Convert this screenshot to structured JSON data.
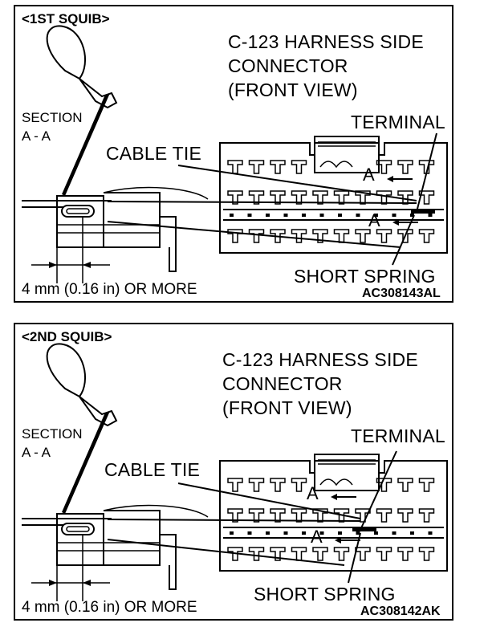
{
  "panels": [
    {
      "squib_label": "<1ST SQUIB>",
      "connector_title": [
        "C-123 HARNESS SIDE",
        "CONNECTOR",
        "(FRONT VIEW)"
      ],
      "section_label": [
        "SECTION",
        "A - A"
      ],
      "cable_tie_label": "CABLE TIE",
      "terminal_label": "TERMINAL",
      "short_spring_label": "SHORT SPRING",
      "section_mark": "A",
      "measurement_label": "4 mm (0.16 in) OR MORE",
      "figure_code": "AC308143AL"
    },
    {
      "squib_label": "<2ND SQUIB>",
      "connector_title": [
        "C-123 HARNESS SIDE",
        "CONNECTOR",
        "(FRONT VIEW)"
      ],
      "section_label": [
        "SECTION",
        "A - A"
      ],
      "cable_tie_label": "CABLE TIE",
      "terminal_label": "TERMINAL",
      "short_spring_label": "SHORT SPRING",
      "section_mark": "A",
      "measurement_label": "4 mm (0.16 in) OR MORE",
      "figure_code": "AC308142AK"
    }
  ]
}
